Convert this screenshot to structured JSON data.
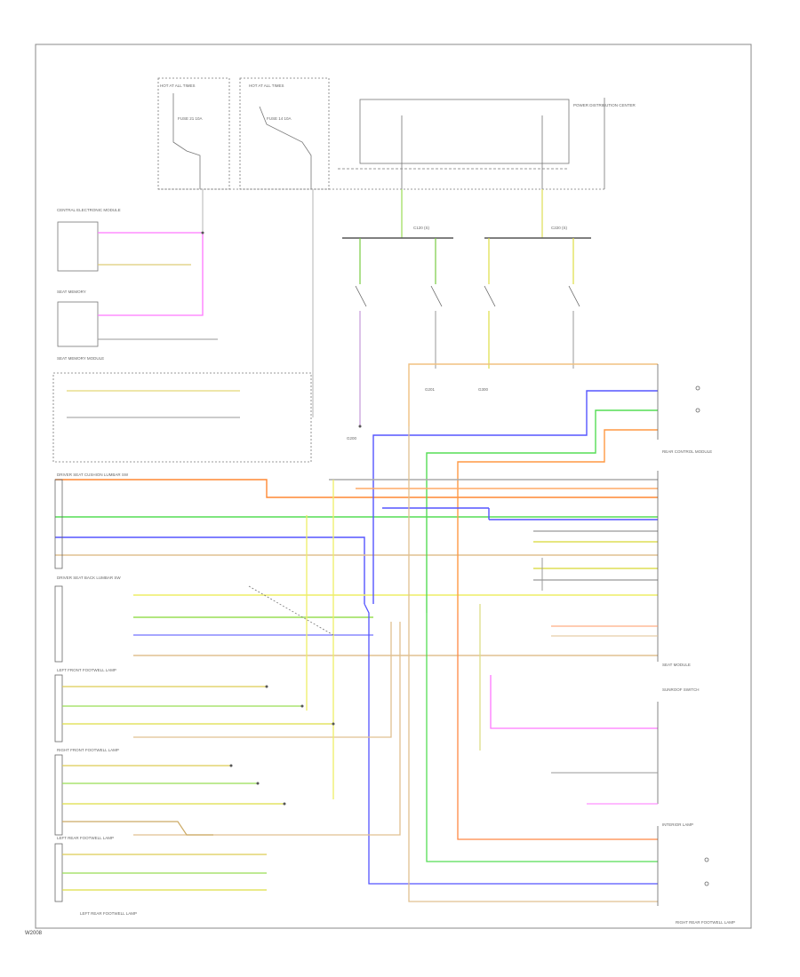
{
  "diagram": {
    "page_code": "W2008",
    "labels": {
      "top_left_fuse": "HOT AT ALL TIMES",
      "top_mid_fuse": "HOT AT ALL TIMES",
      "fuse_a": "FUSE 21 10A",
      "fuse_b": "FUSE 14 10A",
      "top_right_box": "POWER DISTRIBUTION CENTER",
      "left_top_module": "CENTRAL ELECTRONIC MODULE",
      "left_mid_module": "SEAT MEMORY",
      "left_lower": "SEAT MEMORY MODULE",
      "block_1": "DRIVER SEAT CUSHION LUMBAR SW",
      "block_2": "DRIVER SEAT BACK LUMBAR SW",
      "block_3": "LEFT FRONT FOOTWELL LAMP",
      "block_4": "RIGHT FRONT FOOTWELL LAMP",
      "block_5": "LEFT REAR FOOTWELL LAMP",
      "block_6": "RIGHT REAR FOOTWELL LAMP",
      "bottom_left": "LEFT REAR FOOTWELL LAMP",
      "right_top": "REAR CONTROL MODULE",
      "right_mid": "SEAT MODULE",
      "right_bottom_1": "SUNROOF SWITCH",
      "right_bottom_2": "INTERIOR LAMP",
      "connector_a": "C120 (S)",
      "connector_b": "C220 (S)",
      "ground_1": "G200",
      "ground_2": "G201",
      "ground_3": "G300"
    }
  }
}
